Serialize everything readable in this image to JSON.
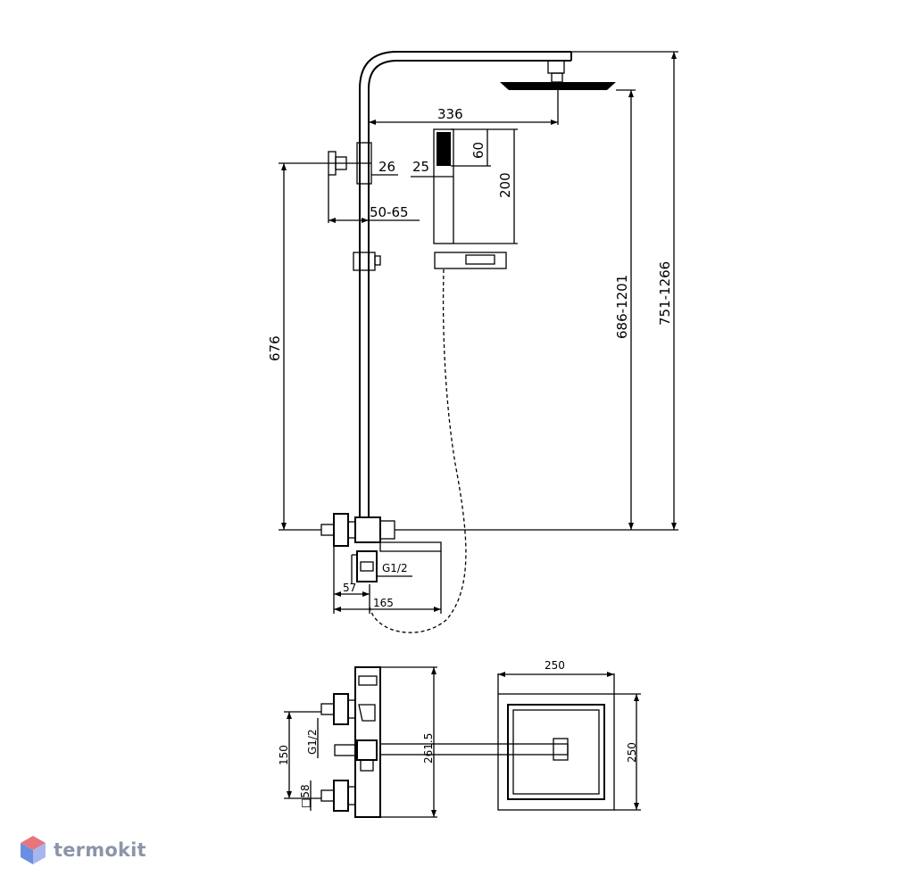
{
  "dimensions": {
    "arm_reach": "336",
    "handshower_head_length": "60",
    "handshower_width": "25",
    "handshower_length": "200",
    "holder_width": "26",
    "holder_offset": "50-65",
    "rail_height": "676",
    "inlet_thread_side": "G1/2",
    "spout_offset": "57",
    "spout_length": "165",
    "height_range_inner": "686-1201",
    "height_range_outer": "751-1266",
    "rainhead_width": "250",
    "rainhead_depth": "250",
    "top_view_depth": "261.5",
    "inlet_spacing": "150",
    "inlet_thread_top": "G1/2",
    "body_square": "□58"
  },
  "brand": {
    "name": "termokit",
    "logo_icon": "hexagon-logo-icon",
    "colors": {
      "text": "#8c95a8",
      "logo_top": "#e8747d",
      "logo_left": "#6b8fe0",
      "logo_right": "#a7b7ee"
    }
  }
}
